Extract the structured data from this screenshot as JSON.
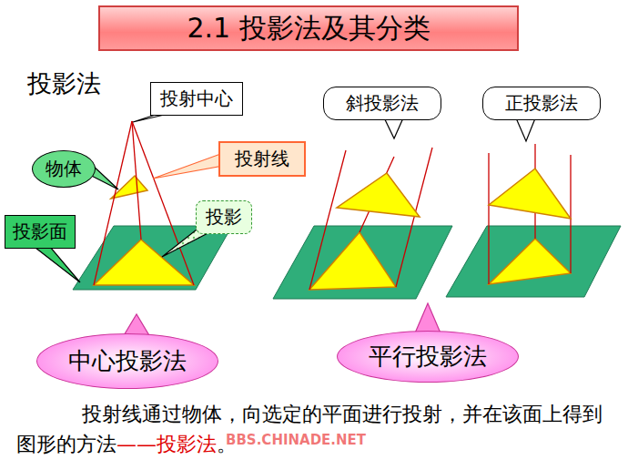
{
  "diagram": {
    "title": "2.1 投影法及其分类",
    "nodes": [
      {
        "text": [
          "投射中心"
        ]
      },
      {
        "text": [
          "物体"
        ]
      },
      {
        "text": [
          "投射线"
        ]
      },
      {
        "text": [
          "投影"
        ]
      },
      {
        "text": [
          "投影面"
        ]
      },
      {
        "text": [
          "斜投影法"
        ]
      },
      {
        "text": [
          "正投影法"
        ]
      },
      {
        "text": [
          "中心投影法"
        ]
      },
      {
        "text": [
          "平行投影法"
        ]
      }
    ],
    "labels": [
      "投影法",
      "投射线通过物体，向选定的平面进行投射，并在该面上得到图形的方法",
      "——投影法",
      "。",
      "BBS.CHINADE.NET"
    ]
  }
}
